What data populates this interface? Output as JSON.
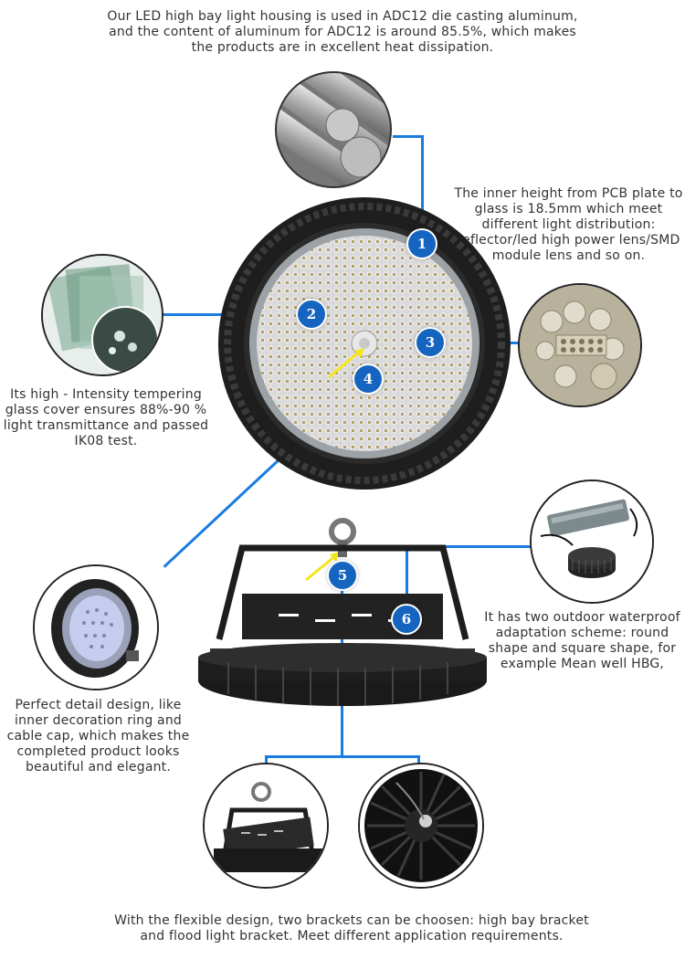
{
  "callouts": {
    "aluminum": "Our LED high bay light housing is used in ADC12 die casting aluminum, and the content of aluminum for ADC12 is around 85.5%, which makes the products are in excellent heat dissipation.",
    "height": "The inner height from PCB plate to glass is 18.5mm which meet different light distribution: reflector/led high power lens/SMD module lens and so on.",
    "glass": "Its high - Intensity tempering glass cover ensures 88%-90 % light transmittance and passed IK08 test.",
    "waterproof": "It has two outdoor waterproof adaptation scheme: round shape and square shape, for example Mean well HBG,",
    "detail": "Perfect detail design, like inner decoration ring and cable cap, which makes the completed product looks beautiful and elegant.",
    "brackets": "With the flexible design, two brackets can be choosen: high bay bracket and flood light bracket. Meet different application requirements."
  },
  "badges": [
    "1",
    "2",
    "3",
    "4",
    "5",
    "6"
  ],
  "colors": {
    "accent": "#1a7be0",
    "badge": "#1565c0",
    "arrow": "#f5e61a"
  }
}
